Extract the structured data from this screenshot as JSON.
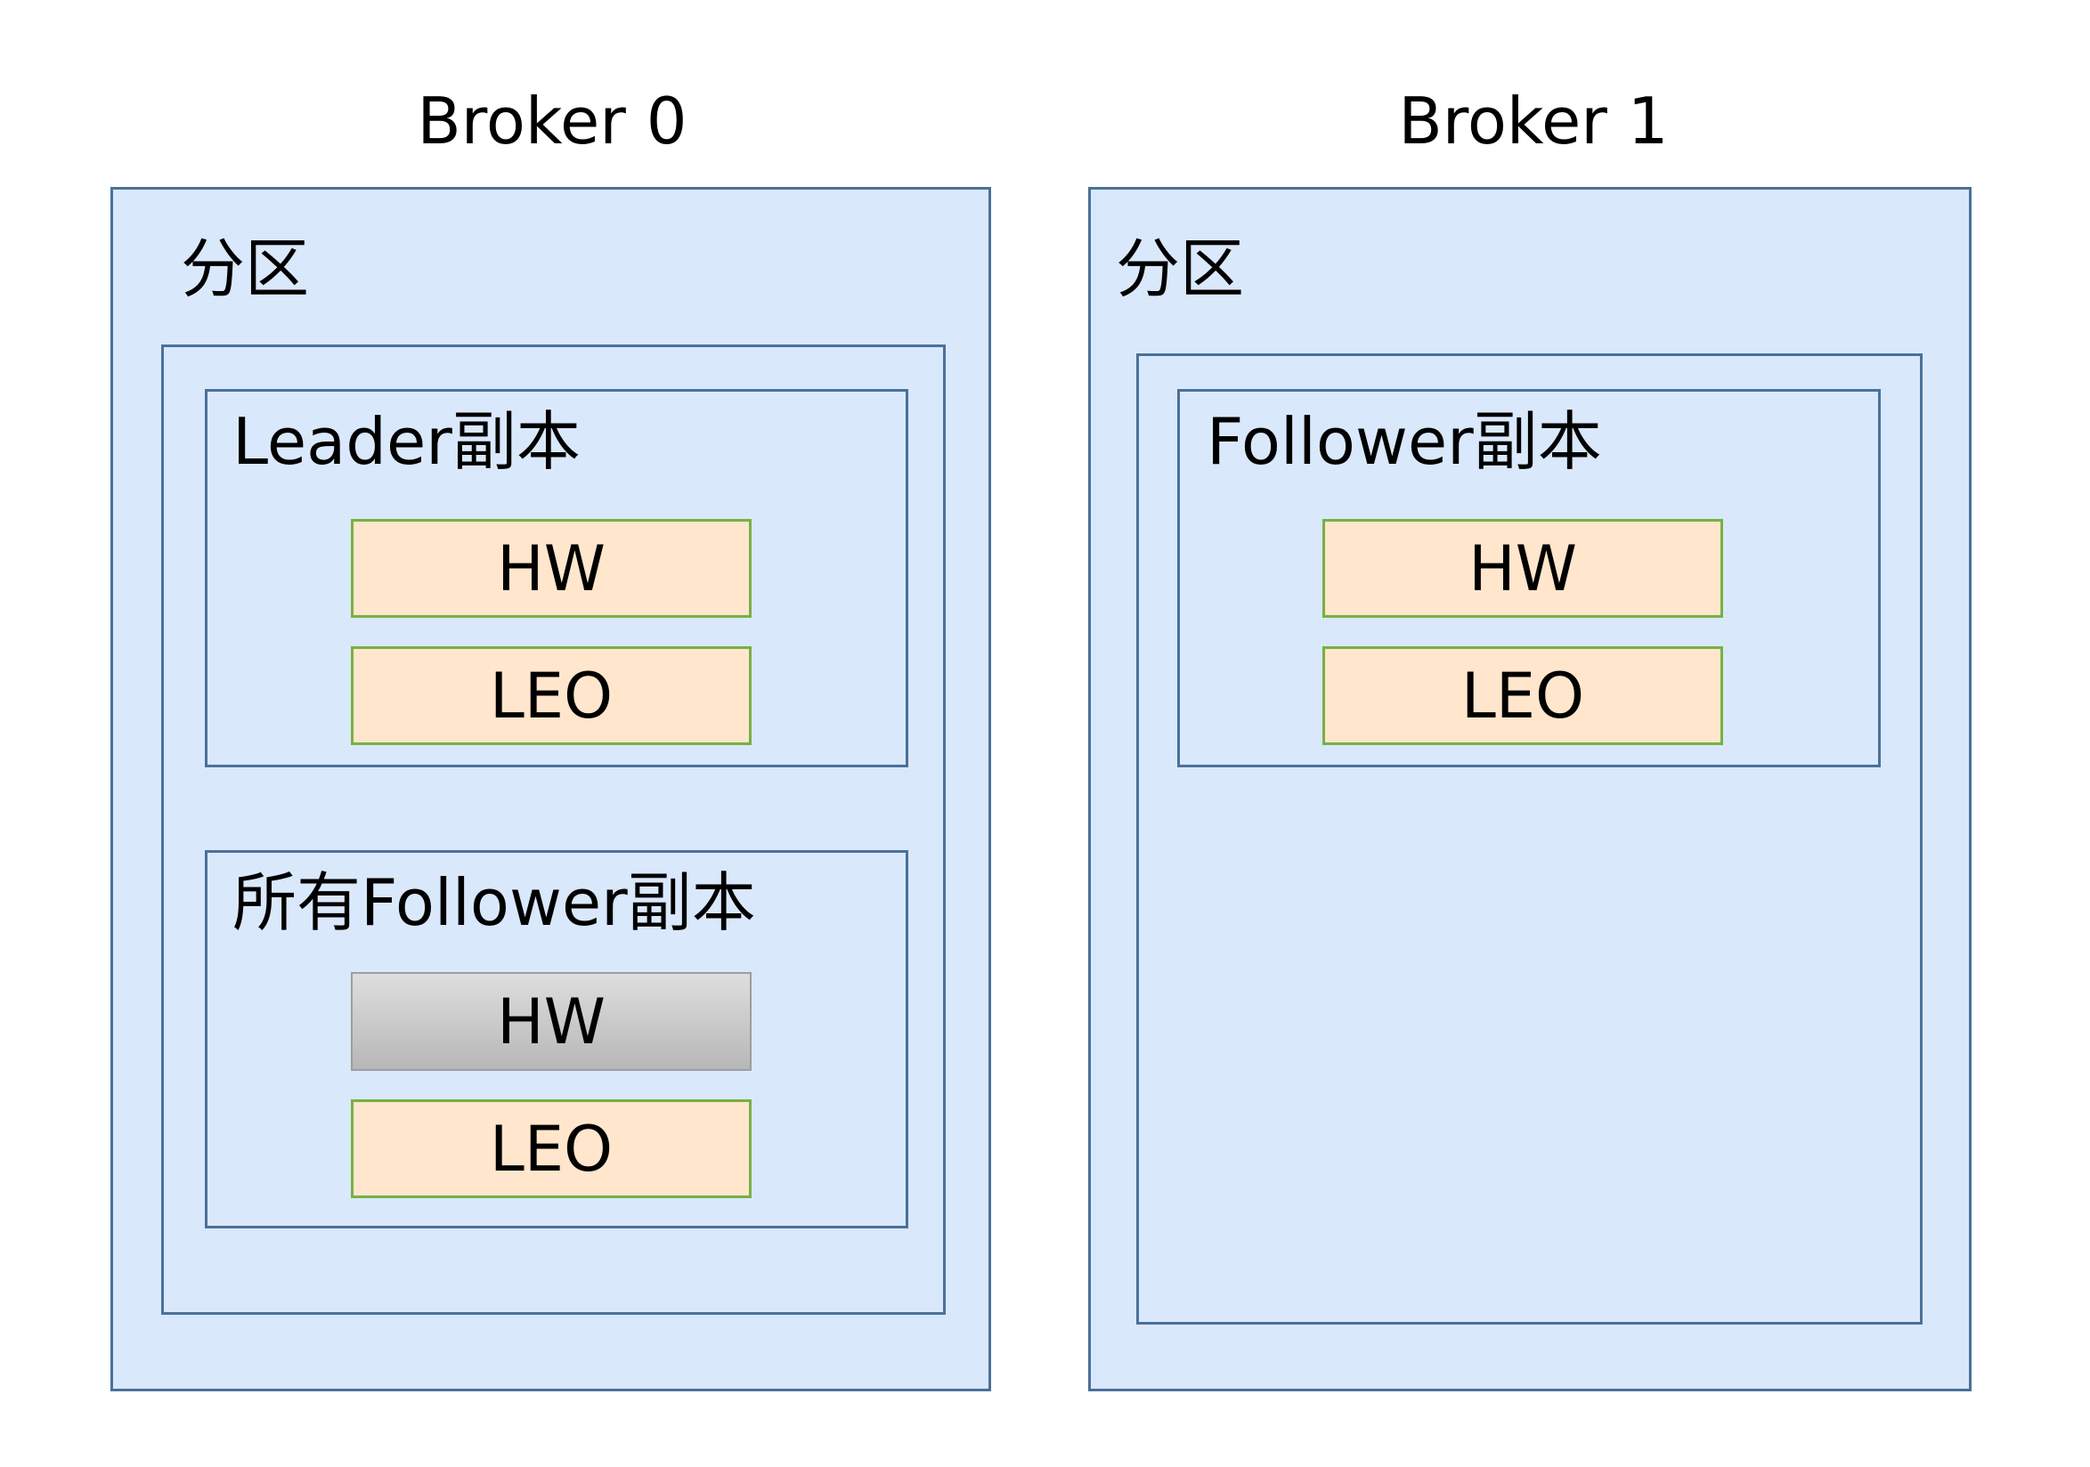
{
  "brokers": [
    {
      "title": "Broker 0",
      "partition_label": "分区",
      "leader_replica": {
        "label": "Leader副本",
        "hw": "HW",
        "leo": "LEO"
      },
      "all_followers": {
        "label": "所有Follower副本",
        "hw": "HW",
        "leo": "LEO"
      }
    },
    {
      "title": "Broker 1",
      "partition_label": "分区",
      "follower_replica": {
        "label": "Follower副本",
        "hw": "HW",
        "leo": "LEO"
      }
    }
  ],
  "colors": {
    "container_fill": "#dae8fc",
    "container_border": "#4a7199",
    "value_fill": "#ffe6cc",
    "value_border": "#76b143",
    "inactive_fill": "#c8c8c8"
  }
}
